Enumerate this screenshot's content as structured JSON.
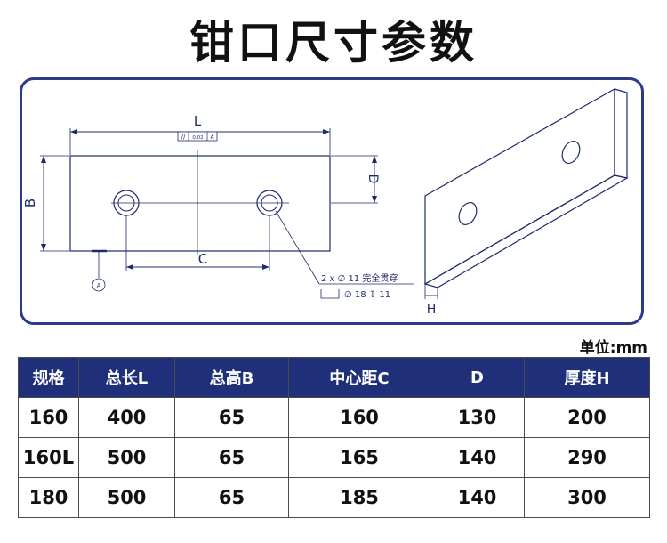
{
  "title": "钳口尺寸参数",
  "drawing": {
    "label_L": "L",
    "label_B": "B",
    "label_C": "C",
    "label_D": "D",
    "label_H": "H",
    "label_A": "A",
    "tolerance_symbol": "//",
    "tolerance_value": "0.02",
    "tolerance_datum": "A",
    "hole_callout_1": "2 x ∅ 11 完全贯穿",
    "hole_callout_2": "∅ 18 ↧ 11"
  },
  "unit_label": "单位:mm",
  "table": {
    "headers": [
      "规格",
      "总长L",
      "总高B",
      "中心距C",
      "D",
      "厚度H"
    ],
    "rows": [
      [
        "160",
        "400",
        "65",
        "160",
        "130",
        "200"
      ],
      [
        "160L",
        "500",
        "65",
        "165",
        "140",
        "290"
      ],
      [
        "180",
        "500",
        "65",
        "185",
        "140",
        "300"
      ]
    ]
  },
  "colors": {
    "frame": "#2c3a8c",
    "header_bg": "#1f2f7a",
    "line": "#1c2a6a"
  }
}
